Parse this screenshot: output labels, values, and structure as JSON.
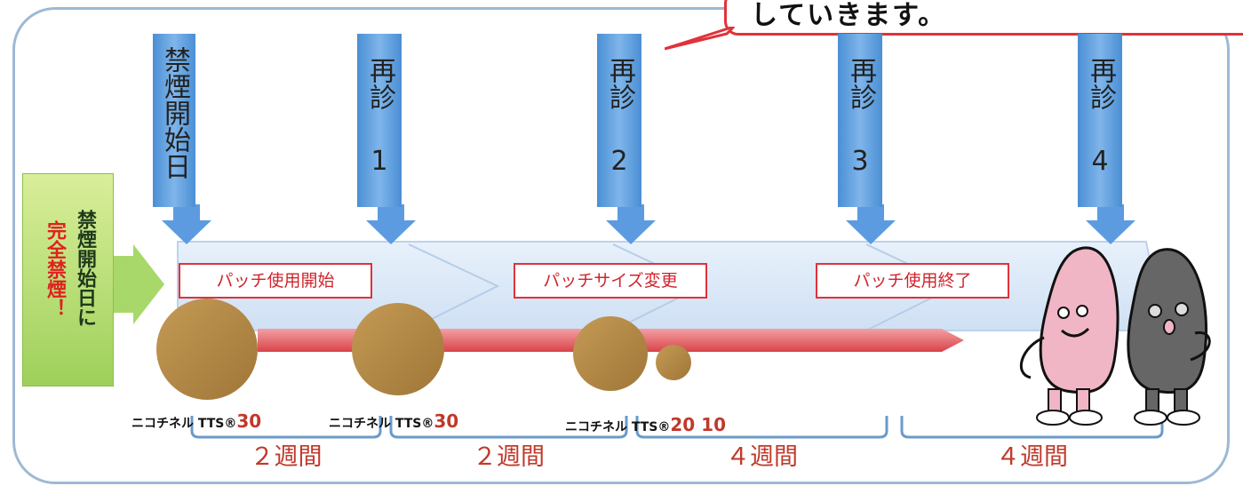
{
  "callout": {
    "text": "していきます。"
  },
  "visits": [
    {
      "label": "禁煙開始日",
      "number": ""
    },
    {
      "label": "再診",
      "number": "1"
    },
    {
      "label": "再診",
      "number": "2"
    },
    {
      "label": "再診",
      "number": "3"
    },
    {
      "label": "再診",
      "number": "4"
    }
  ],
  "start_note": {
    "line1": "禁煙開始日に",
    "line2": "完全禁煙！"
  },
  "stage_labels": [
    "パッチ使用開始",
    "パッチサイズ変更",
    "パッチ使用終了"
  ],
  "patches": [
    {
      "name": "ニコチネル TTS",
      "mark": "®",
      "size": "30"
    },
    {
      "name": "ニコチネル TTS",
      "mark": "®",
      "size": "30"
    },
    {
      "name": "ニコチネル TTS",
      "mark": "®",
      "size": "20 10"
    }
  ],
  "durations": [
    "２週間",
    "２週間",
    "４週間",
    "４週間"
  ],
  "colors": {
    "visit_bar": "#4a8fd4",
    "label_border": "#e0323a",
    "start_box": "#9ed05a",
    "progress_arrow": "#e2545a"
  }
}
